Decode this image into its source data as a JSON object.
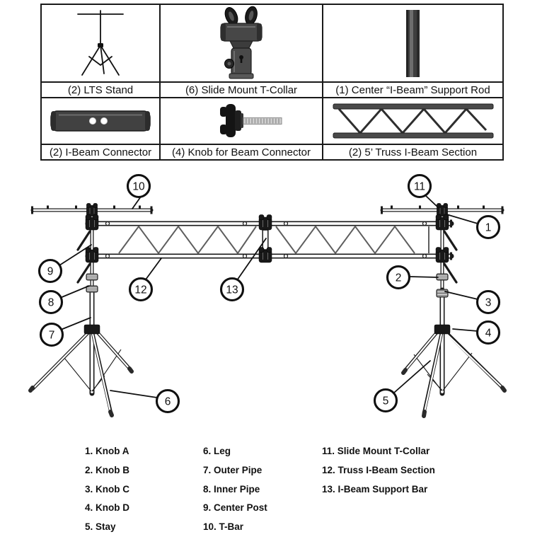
{
  "parts_table": {
    "items": [
      {
        "label": "(2) LTS Stand",
        "icon": "lts-stand-icon"
      },
      {
        "label": "(6) Slide Mount T-Collar",
        "icon": "t-collar-icon"
      },
      {
        "label": "(1) Center “I-Beam” Support Rod",
        "icon": "support-rod-icon"
      },
      {
        "label": "(2) I-Beam Connector",
        "icon": "i-beam-connector-icon"
      },
      {
        "label": "(4) Knob for Beam Connector",
        "icon": "connector-knob-icon"
      },
      {
        "label": "(2) 5’ Truss I-Beam Section",
        "icon": "truss-section-icon"
      }
    ]
  },
  "diagram": {
    "callouts": [
      "1",
      "2",
      "3",
      "4",
      "5",
      "6",
      "7",
      "8",
      "9",
      "10",
      "11",
      "12",
      "13"
    ]
  },
  "legend": {
    "columns": [
      [
        "1. Knob A",
        "2. Knob B",
        "3. Knob C",
        "4. Knob D",
        "5. Stay"
      ],
      [
        "6. Leg",
        "7. Outer Pipe",
        "8. Inner Pipe",
        "9. Center Post",
        "10. T-Bar"
      ],
      [
        "11. Slide Mount T-Collar",
        "12. Truss I-Beam Section",
        "13. I-Beam Support Bar"
      ]
    ]
  },
  "colors": {
    "line": "#1a1a1a",
    "background": "#ffffff",
    "part_fill": "#474747"
  }
}
